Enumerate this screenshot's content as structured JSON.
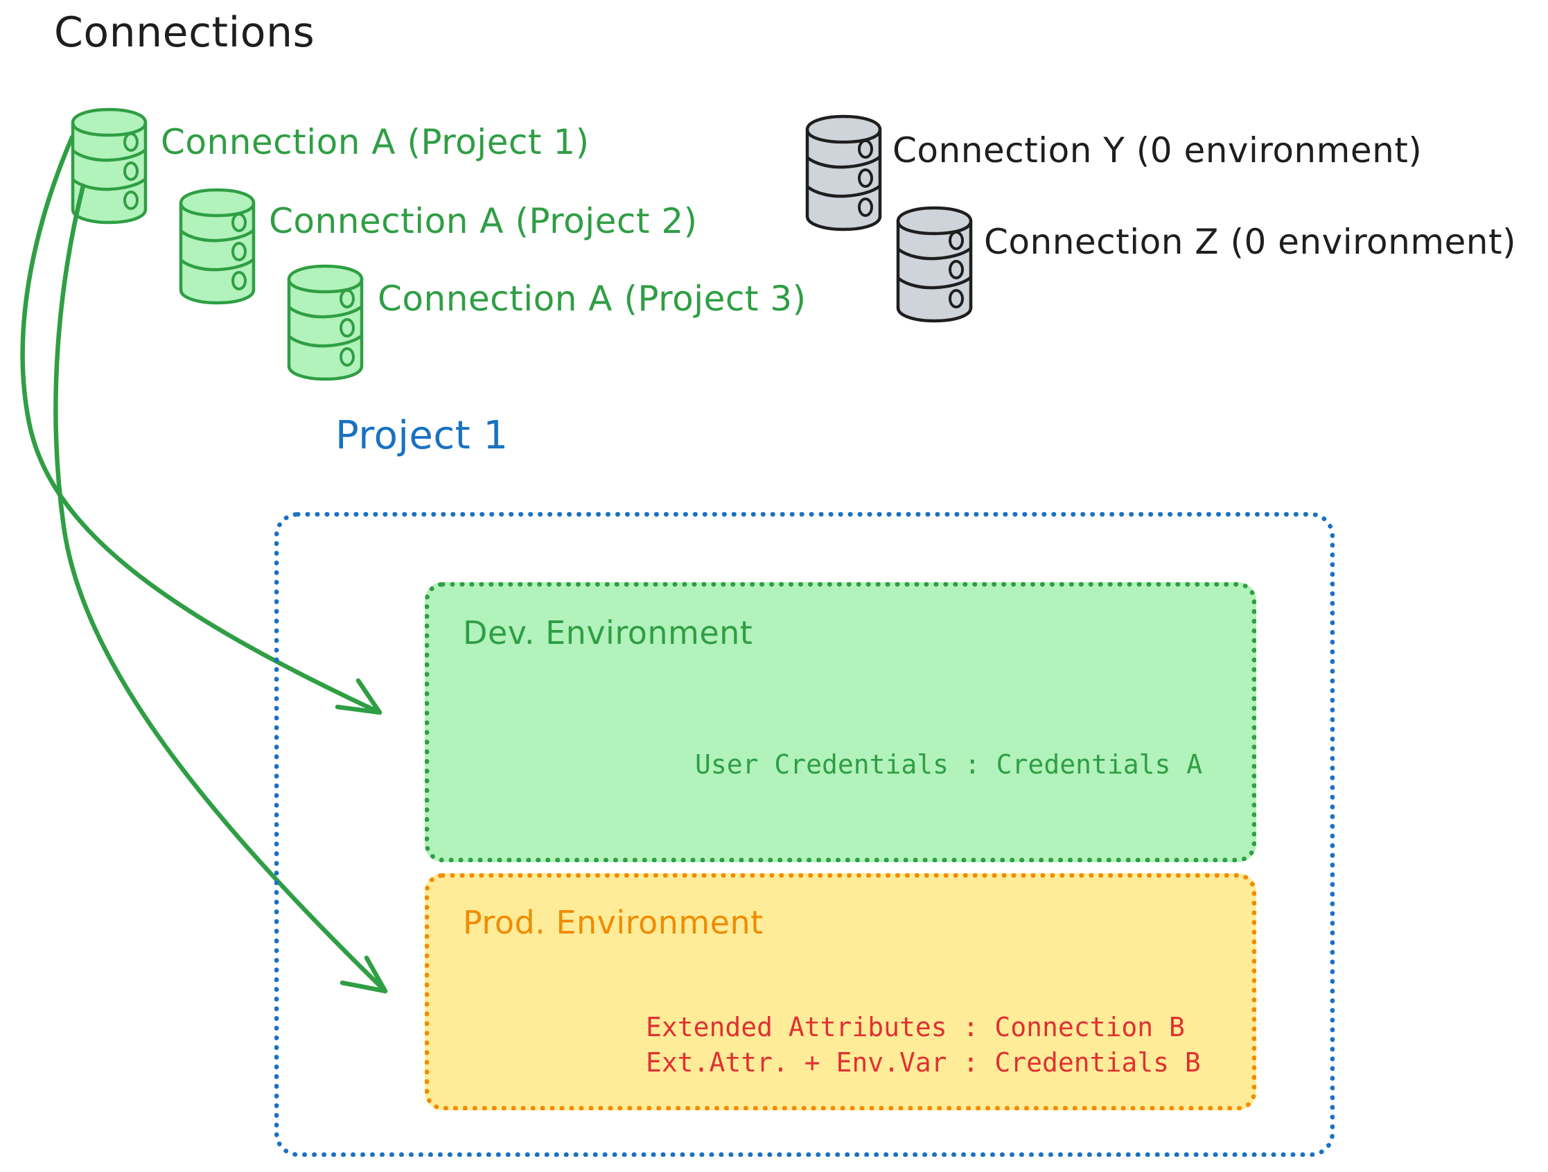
{
  "header": {
    "title": "Connections"
  },
  "colors": {
    "green_stroke": "#2f9e44",
    "green_fill": "#b2f2bb",
    "grey_stroke": "#1e1e1e",
    "grey_fill": "#ced4da",
    "blue": "#1971c2",
    "orange": "#f08c00",
    "orange_fill": "#ffec99",
    "red": "#e03131",
    "black": "#1e1e1e"
  },
  "connections": [
    {
      "label": "Connection A (Project 1)",
      "icon": "database-icon",
      "color": "green"
    },
    {
      "label": "Connection A (Project 2)",
      "icon": "database-icon",
      "color": "green"
    },
    {
      "label": "Connection A (Project 3)",
      "icon": "database-icon",
      "color": "green"
    },
    {
      "label": "Connection Y (0 environment)",
      "icon": "database-icon",
      "color": "grey"
    },
    {
      "label": "Connection Z (0 environment)",
      "icon": "database-icon",
      "color": "grey"
    }
  ],
  "project": {
    "title": "Project 1",
    "environments": [
      {
        "name": "Dev. Environment",
        "color": "green",
        "lines": [
          "User Credentials : Credentials A"
        ]
      },
      {
        "name": "Prod. Environment",
        "color": "orange",
        "lines": [
          "Extended Attributes : Connection B",
          "Ext.Attr. + Env.Var : Credentials B"
        ]
      }
    ]
  },
  "arrows": [
    {
      "name": "arrow-connection-a-to-dev",
      "from": "Connection A (Project 1)",
      "to": "Dev. Environment"
    },
    {
      "name": "arrow-connection-a-to-prod",
      "from": "Connection A (Project 1)",
      "to": "Prod. Environment"
    }
  ]
}
